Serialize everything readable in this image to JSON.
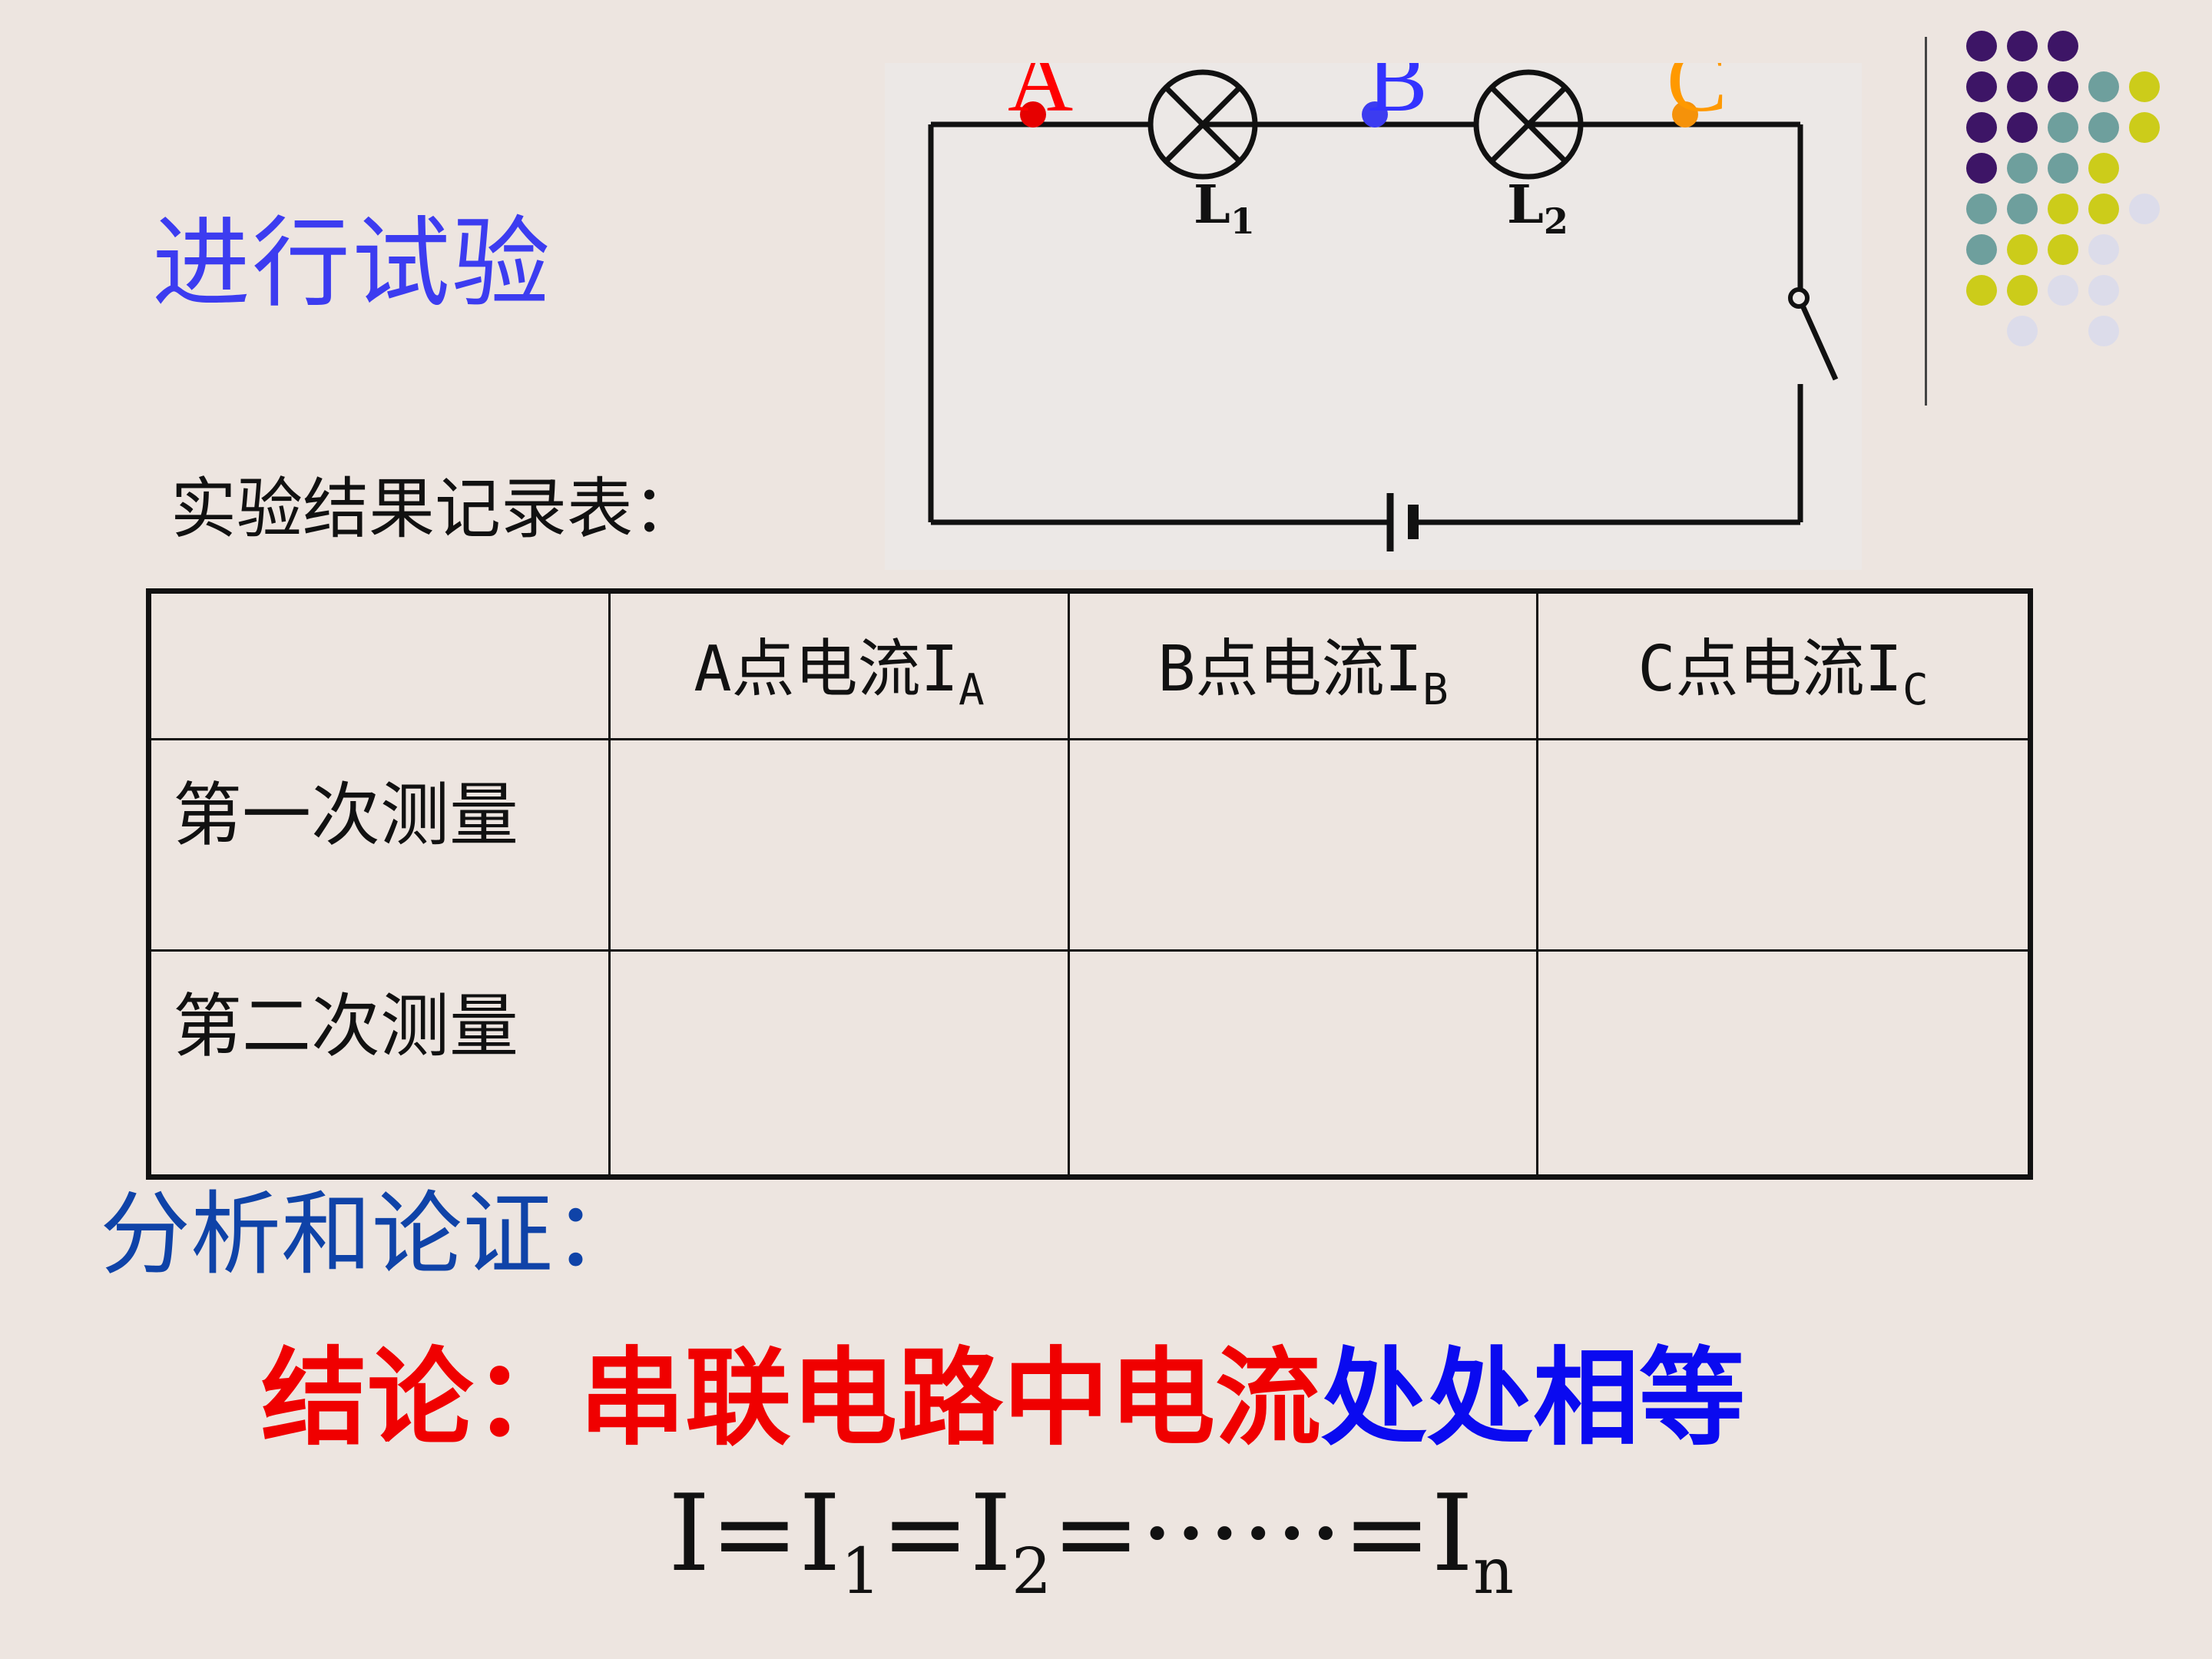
{
  "title": "进行试验",
  "circuit": {
    "points": [
      {
        "label": "A",
        "color": "#ff0000"
      },
      {
        "label": "B",
        "color": "#3333ff"
      },
      {
        "label": "C",
        "color": "#ff9900"
      }
    ],
    "lamps": [
      {
        "letter": "L",
        "sub": "1"
      },
      {
        "letter": "L",
        "sub": "2"
      }
    ]
  },
  "table_caption": "实验结果记录表：",
  "table": {
    "columns": [
      {
        "text": "A点电流I",
        "sub": "A"
      },
      {
        "text": "B点电流I",
        "sub": "B"
      },
      {
        "text": "C点电流I",
        "sub": "C"
      }
    ],
    "rows": [
      {
        "label": "第一次测量",
        "values": [
          "",
          "",
          ""
        ]
      },
      {
        "label": "第二次测量",
        "values": [
          "",
          "",
          ""
        ]
      }
    ]
  },
  "analysis_heading": "分析和论证：",
  "conclusion": {
    "prefix": "结论：",
    "body_red": "串联电路中电流",
    "body_blue": "处处相等"
  },
  "formula": {
    "I": "I",
    "eq": "=",
    "s1": "1",
    "s2": "2",
    "dots": "······",
    "sn": "n"
  },
  "colors": {
    "background": "#ede5e0",
    "title": "#3c3cf0",
    "analysis": "#0f43a8",
    "conclusion_red": "#f00000",
    "conclusion_blue": "#0a0af0",
    "dot_purple": "#3d1566",
    "dot_teal": "#6e9f9d",
    "dot_yellow": "#cccc1a",
    "dot_lavender": "#dcdcea"
  }
}
